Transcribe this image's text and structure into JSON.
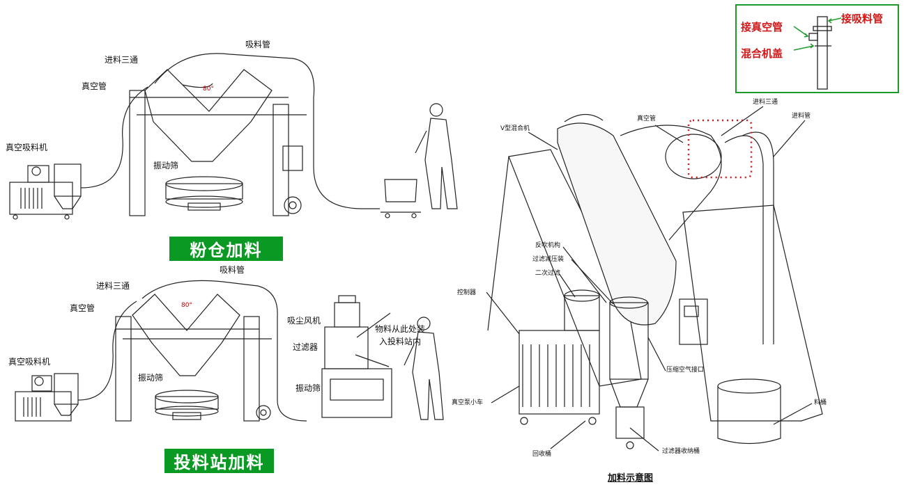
{
  "top_diagram": {
    "labels": {
      "vacuum_loader": "真空吸料机",
      "vacuum_pipe": "真空管",
      "feed_tee": "进料三通",
      "suction_pipe": "吸料管",
      "vibrating_screen": "振动筛",
      "angle": "80°"
    },
    "banner": "粉仓加料"
  },
  "bottom_diagram": {
    "labels": {
      "vacuum_loader": "真空吸料机",
      "vacuum_pipe": "真空管",
      "feed_tee": "进料三通",
      "suction_pipe": "吸料管",
      "vibrating_screen": "振动筛",
      "dust_fan": "吸尘风机",
      "filter": "过滤器",
      "vibrating_screen_2": "振动筛",
      "material_note_1": "物料从此处装",
      "material_note_2": "入投料站内",
      "angle": "80°"
    },
    "banner": "投料站加料"
  },
  "inset": {
    "connect_vacuum_pipe": "接真空管",
    "connect_suction_pipe": "接吸料管",
    "mixer_cover": "混合机盖"
  },
  "right_diagram": {
    "labels": {
      "feed_tee": "进料三通",
      "vacuum_pipe": "真空管",
      "feed_pipe": "进料管",
      "v_mixer": "V型混合机",
      "backflush": "反吹机构",
      "filter_clamp": "过滤减压装",
      "secondary_filter": "二次过滤",
      "control_cabinet": "控制器",
      "compressed_air": "压缩空气接口",
      "vacuum_cart": "真空泵小车",
      "recovery_bin": "回收桶",
      "filter_bin": "过滤器收纳桶",
      "material_bin": "料桶"
    },
    "caption": "加料示意图"
  },
  "colors": {
    "banner_green": "#0a9a23",
    "inset_border": "#1e9a2a",
    "red_text": "#d01818",
    "dotted_red": "#d01818"
  }
}
